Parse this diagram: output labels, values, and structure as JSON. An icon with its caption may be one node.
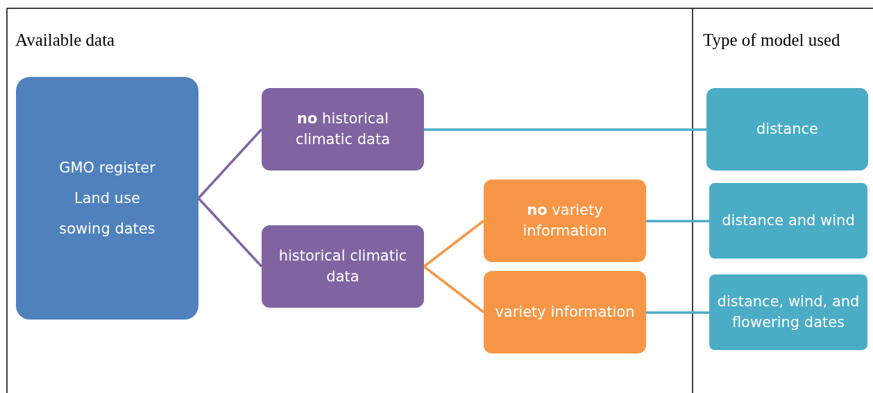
{
  "diagram": {
    "nodes": [
      {
        "text": [
          "GMO register",
          "Land use",
          "sowing dates"
        ]
      },
      {
        "text": [
          "**no** historical climatic data"
        ]
      },
      {
        "text": [
          "historical climatic data"
        ]
      },
      {
        "text": [
          "**no** variety information"
        ]
      },
      {
        "text": [
          "variety information"
        ]
      },
      {
        "text": [
          "distance"
        ]
      },
      {
        "text": [
          "distance and wind"
        ]
      },
      {
        "text": [
          "distance, wind, and flowering dates"
        ]
      }
    ],
    "edges": [
      {
        "from": 0,
        "to": 1,
        "arrow": "none",
        "color": "#8064a2"
      },
      {
        "from": 0,
        "to": 2,
        "arrow": "none",
        "color": "#8064a2"
      },
      {
        "from": 1,
        "to": 5,
        "arrow": "none"
      },
      {
        "from": 2,
        "to": 3,
        "arrow": "none",
        "color": "#f79646"
      },
      {
        "from": 2,
        "to": 4,
        "arrow": "none",
        "color": "#f79646"
      },
      {
        "from": 3,
        "to": 6,
        "arrow": "none"
      },
      {
        "from": 4,
        "to": 7,
        "arrow": "none"
      }
    ],
    "labels": [
      "Available data",
      "Type of model used"
    ]
  }
}
